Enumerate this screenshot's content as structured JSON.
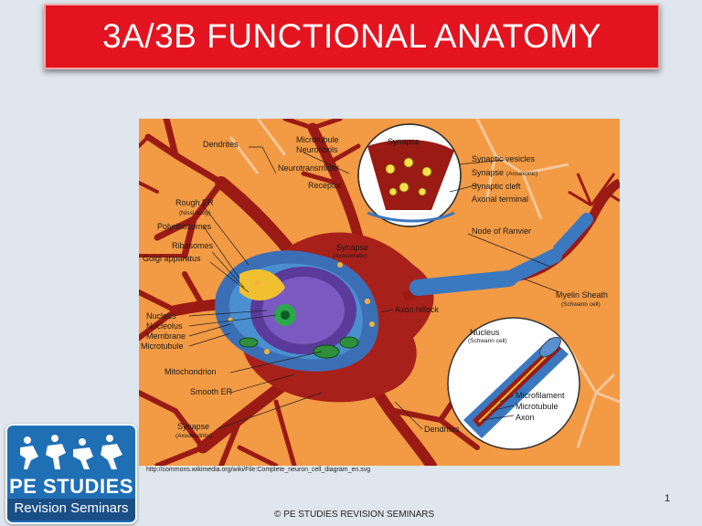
{
  "slide": {
    "title": "3A/3B FUNCTIONAL ANATOMY",
    "source_url": "http://commons.wikimedia.org/wiki/File:Complete_neuron_cell_diagram_en.svg",
    "footer": "© PE STUDIES REVISION SEMINARS",
    "page_number": "1"
  },
  "logo": {
    "line1": "PE STUDIES",
    "line2": "Revision Seminars"
  },
  "diagram": {
    "labels": {
      "dendrites_top": "Dendrites",
      "microtubule": "Microtubule",
      "neurofibrils": "Neurofibrils",
      "neurotransmitter": "Neurotransmitter",
      "receptor": "Receptor",
      "synapse_top": "Synapse",
      "synaptic_vesicles": "Synaptic vesicles",
      "synapse_axoaxonic": "Synapse",
      "synapse_axoaxonic_sub": "(Axoaxonic)",
      "synaptic_cleft": "Synaptic cleft",
      "axonal_terminal": "Axonal terminal",
      "rough_er": "Rough ER",
      "nissl_body": "(Nissl body)",
      "polyribosomes": "Polyribosomes",
      "ribosomes": "Ribosomes",
      "golgi": "Golgi apparatus",
      "synapse_axosomatic": "Synapse",
      "synapse_axosomatic_sub": "(Axosomatic)",
      "node_of_ranvier": "Node of Ranvier",
      "myelin_sheath": "Myelin Sheath",
      "schwann_cell": "(Schwann cell)",
      "axon_hillock": "Axon hillock",
      "nucleus_left": "Nucleus",
      "nucleolus": "Nucleolus",
      "membrane": "Membrane",
      "microtubule_left": "Microtubule",
      "nucleus_schwann": "Nucleus",
      "nucleus_schwann_sub": "(Schwann cell)",
      "mitochondrion": "Mitochondrion",
      "smooth_er": "Smooth ER",
      "microfilament": "Microfilament",
      "microtubule_right": "Microtubule",
      "axon": "Axon",
      "synapse_axodendritic": "Synapse",
      "synapse_axodendritic_sub": "(Axodendritic)",
      "dendrites_bottom": "Dendrites"
    }
  }
}
